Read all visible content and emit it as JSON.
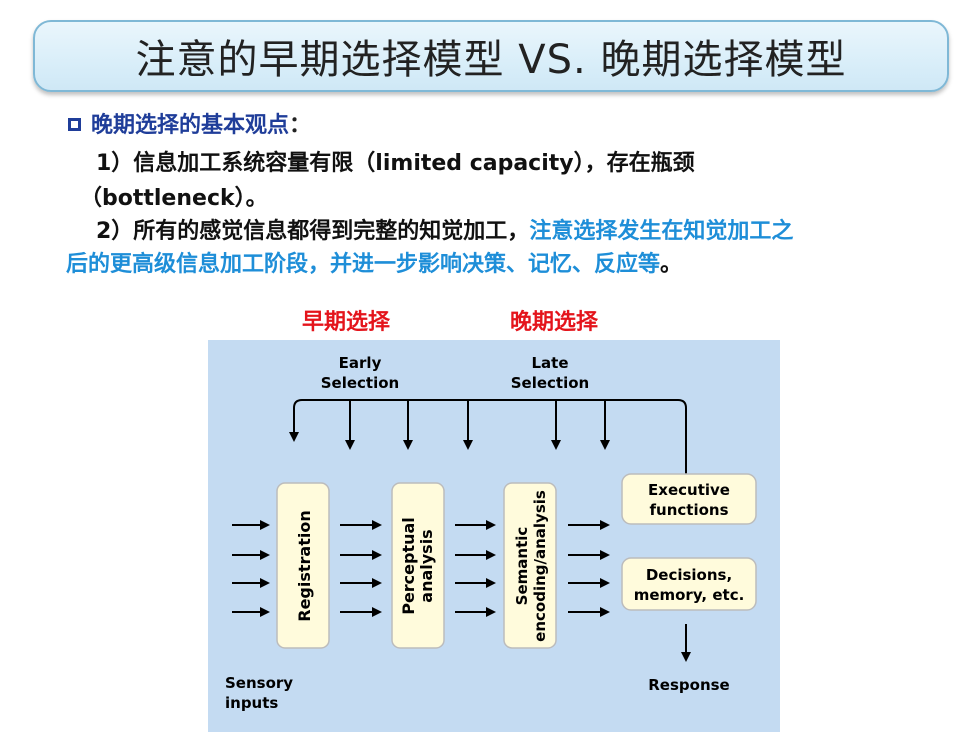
{
  "title": "注意的早期选择模型 VS. 晚期选择模型",
  "heading": {
    "bullet_icon": "hollow-square-icon",
    "text": "晚期选择的基本观点",
    "colon": "："
  },
  "point1": {
    "line1": "1）信息加工系统容量有限（limited capacity），存在瓶颈",
    "line2": "（bottleneck）。"
  },
  "point2": {
    "black": "2）所有的感觉信息都得到完整的知觉加工，",
    "blue1": "注意选择发生在知觉加工之",
    "blue2": "后的更高级信息加工阶段，并进一步影响决策、记忆、反应等",
    "tail": "。"
  },
  "labels": {
    "early_cn": "早期选择",
    "late_cn": "晚期选择"
  },
  "diagram": {
    "early_selection": [
      "Early",
      "Selection"
    ],
    "late_selection": [
      "Late",
      "Selection"
    ],
    "stages": [
      "Registration",
      "Perceptual",
      "analysis",
      "Semantic",
      "encoding/analysis"
    ],
    "executive": [
      "Executive",
      "functions"
    ],
    "decisions": [
      "Decisions,",
      "memory, etc."
    ],
    "sensory": [
      "Sensory",
      "inputs"
    ],
    "response": "Response"
  },
  "colors": {
    "accent_blue": "#1e8ed8",
    "heading_blue": "#1f3d99",
    "label_red": "#e4141b",
    "diagram_bg": "#c4dbf2",
    "box_fill": "#fffbdc"
  }
}
